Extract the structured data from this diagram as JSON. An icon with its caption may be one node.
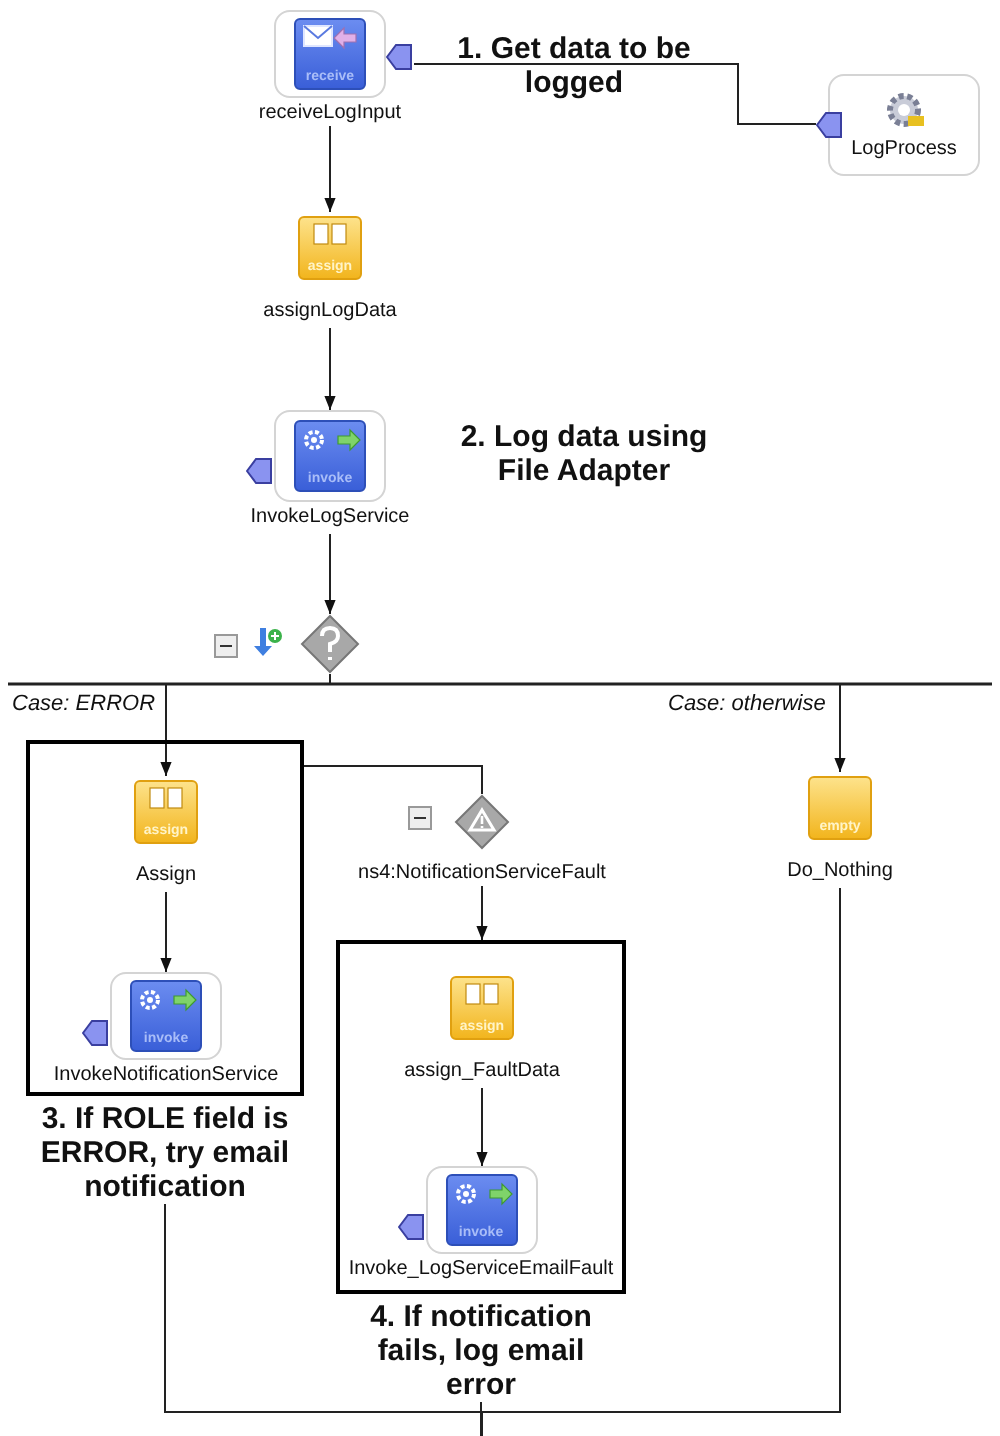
{
  "diagram": {
    "nodes": [
      {
        "text": [
          "receive",
          "receiveLogInput"
        ]
      },
      {
        "text": [
          "LogProcess"
        ]
      },
      {
        "text": [
          "assign",
          "assignLogData"
        ]
      },
      {
        "text": [
          "invoke",
          "InvokeLogService"
        ]
      },
      {
        "text": [],
        "shape": "diamond"
      },
      {
        "text": [
          "3. If ROLE field is ERROR, try email notification"
        ]
      },
      {
        "text": [
          "assign",
          "Assign"
        ],
        "in": 5
      },
      {
        "text": [
          "invoke",
          "InvokeNotificationService"
        ],
        "in": 5
      },
      {
        "text": [
          "ns4:NotificationServiceFault"
        ]
      },
      {
        "text": [
          "4. If notification fails, log email error"
        ]
      },
      {
        "text": [
          "assign",
          "assign_FaultData"
        ],
        "in": 9
      },
      {
        "text": [
          "invoke",
          "Invoke_LogServiceEmailFault"
        ],
        "in": 9
      },
      {
        "text": [
          "empty",
          "Do_Nothing"
        ]
      }
    ],
    "edges": [
      {
        "from": 1,
        "to": 0,
        "arrow": "none"
      },
      {
        "from": 0,
        "to": 2,
        "arrow": "to"
      },
      {
        "from": 2,
        "to": 3,
        "arrow": "to"
      },
      {
        "from": 3,
        "to": 4,
        "arrow": "to"
      },
      {
        "from": 4,
        "to": 6,
        "arrow": "to"
      },
      {
        "from": 4,
        "to": 12,
        "arrow": "to"
      },
      {
        "from": 6,
        "to": 7,
        "arrow": "to"
      },
      {
        "from": 5,
        "to": 8,
        "arrow": "none"
      },
      {
        "from": 8,
        "to": 9,
        "arrow": "to"
      },
      {
        "from": 10,
        "to": 11,
        "arrow": "to"
      },
      {
        "from": 5,
        "to": null,
        "arrow": "none"
      },
      {
        "from": 9,
        "to": null,
        "arrow": "none"
      },
      {
        "from": 12,
        "to": null,
        "arrow": "none"
      }
    ],
    "labels": [
      "1. Get data to be logged",
      "2. Log data using File Adapter",
      "Case: ERROR",
      "Case: otherwise"
    ]
  }
}
